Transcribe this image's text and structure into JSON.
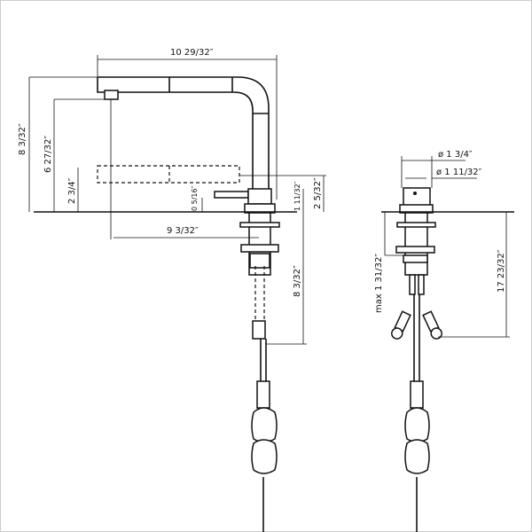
{
  "dimensions": {
    "spout_reach": "10 29/32″",
    "overall_height": "8 3/32″",
    "aerator_height": "6 27/32″",
    "lowered_height": "2 3/4″",
    "handle_height": "0 5/16″",
    "body_height": "1 11/32″",
    "body_height_alt": "2 5/32″",
    "aerator_to_center": "9 3/32″",
    "shank_length": "8 3/32″",
    "body_diameter": "ø 1 3/4″",
    "spout_diameter": "ø 1 11/32″",
    "max_deck_thickness": "max 1 31/32″",
    "below_deck_length": "17 23/32″"
  }
}
